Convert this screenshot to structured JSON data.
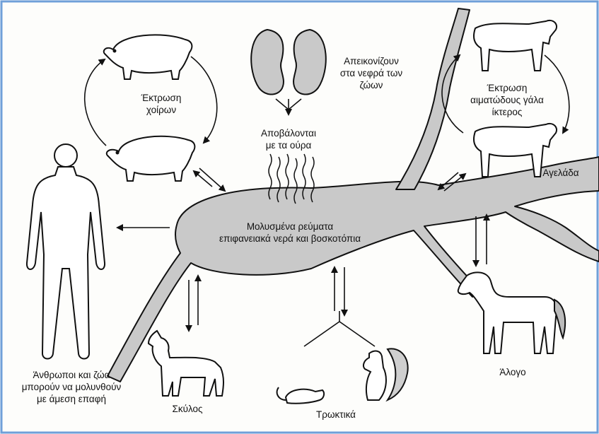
{
  "labels": {
    "pigs": {
      "line1": "Έκτρωση",
      "line2": "χοίρων"
    },
    "kidneys": {
      "line1": "Απεικονίζουν",
      "line2": "στα νεφρά των",
      "line3": "ζώων"
    },
    "urine": {
      "line1": "Αποβάλονται",
      "line2": "με τα ούρα"
    },
    "center": {
      "line1": "Μολυσμένα ρεύματα",
      "line2": "επιφανειακά νερά και βοσκοτόπια"
    },
    "cattle_effects": {
      "line1": "Έκτρωση",
      "line2": "αιματώδους γάλα",
      "line3": "ίκτερος"
    },
    "cow": "Αγελάδα",
    "horse": "Άλογο",
    "dog": "Σκύλος",
    "rodents": "Τρωκτικά",
    "humans": {
      "line1": "Άνθρωποι και ζώα",
      "line2": "μπορούν να μολυνθούν",
      "line3": "με άμεση επαφή"
    }
  },
  "colors": {
    "water": "#c9c9c9",
    "outline": "#111111",
    "background": "#fdfdfb",
    "border": "#6fa0d8"
  }
}
